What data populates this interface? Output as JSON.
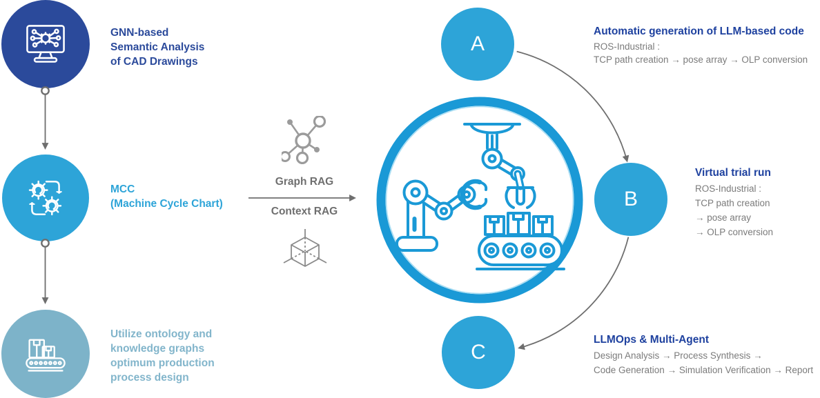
{
  "palette": {
    "navy": "#2b4a9b",
    "bright_blue": "#2da4d8",
    "ring_blue": "#1a99d6",
    "light_blue": "#7db3c9",
    "heading_blue": "#1e419f",
    "body_gray": "#7b7b7b",
    "connector_gray": "#6e6e6e",
    "icon_gray": "#9b9b9b"
  },
  "left_steps": [
    {
      "icon": "cad-monitor-icon",
      "circle_color": "#2b4a9b",
      "label_lines": [
        "GNN-based",
        "Semantic Analysis",
        "of CAD Drawings"
      ]
    },
    {
      "icon": "gears-cycle-icon",
      "circle_color": "#2da4d8",
      "label_lines": [
        "MCC",
        "(Machine Cycle Chart)"
      ]
    },
    {
      "icon": "conveyor-boxes-icon",
      "circle_color": "#7db3c9",
      "label_lines": [
        "Utilize ontology and",
        "knowledge graphs",
        "optimum production",
        "process design"
      ]
    }
  ],
  "middle": {
    "graph_rag_label": "Graph RAG",
    "context_rag_label": "Context RAG",
    "graph_icon": "network-graph-icon",
    "cube_icon": "wireframe-cube-icon"
  },
  "center_circle": {
    "illustration": "robot-arms-and-conveyor"
  },
  "stages": [
    {
      "letter": "A",
      "title": "Automatic generation of LLM-based code",
      "lines": [
        "ROS-Industrial :",
        "TCP path creation → pose array → OLP conversion"
      ]
    },
    {
      "letter": "B",
      "title": "Virtual trial run",
      "lines": [
        "ROS-Industrial :",
        "TCP path creation",
        "→ pose array",
        "→ OLP conversion"
      ]
    },
    {
      "letter": "C",
      "title": "LLMOps & Multi-Agent",
      "lines": [
        "Design Analysis → Process Synthesis →",
        "Code Generation → Simulation Verification → Report"
      ]
    }
  ]
}
